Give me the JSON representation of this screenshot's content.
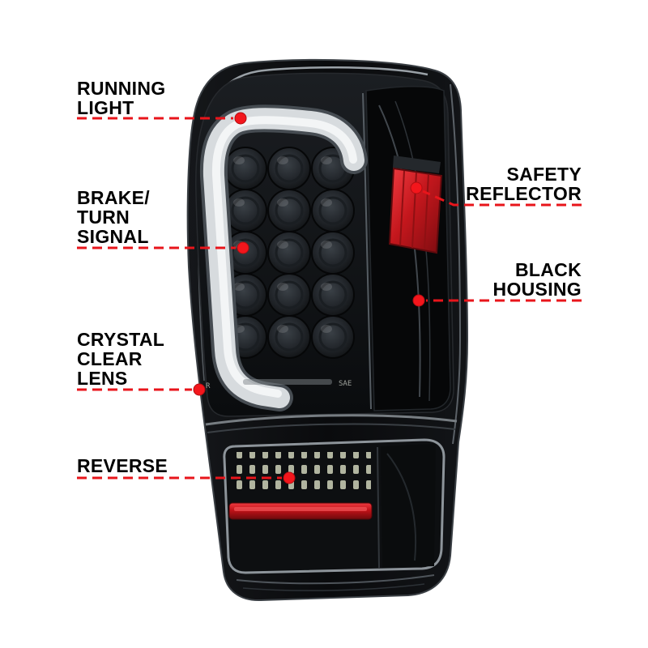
{
  "colors": {
    "accent": "#e8151b",
    "dot": "#f3161c",
    "background": "#ffffff"
  },
  "callouts": {
    "left": [
      {
        "id": "running-light",
        "lines": [
          "RUNNING",
          "LIGHT"
        ]
      },
      {
        "id": "brake-turn",
        "lines": [
          "BRAKE/",
          "TURN",
          "SIGNAL"
        ]
      },
      {
        "id": "crystal-lens",
        "lines": [
          "CRYSTAL",
          "CLEAR",
          "LENS"
        ]
      },
      {
        "id": "reverse",
        "lines": [
          "REVERSE"
        ]
      }
    ],
    "right": [
      {
        "id": "safety-reflector",
        "lines": [
          "SAFETY",
          "REFLECTOR"
        ]
      },
      {
        "id": "black-housing",
        "lines": [
          "BLACK",
          "HOUSING"
        ]
      }
    ]
  },
  "product": {
    "name": "LED tail light assembly",
    "lens_markings": {
      "left": "R",
      "right": "SAE"
    }
  }
}
